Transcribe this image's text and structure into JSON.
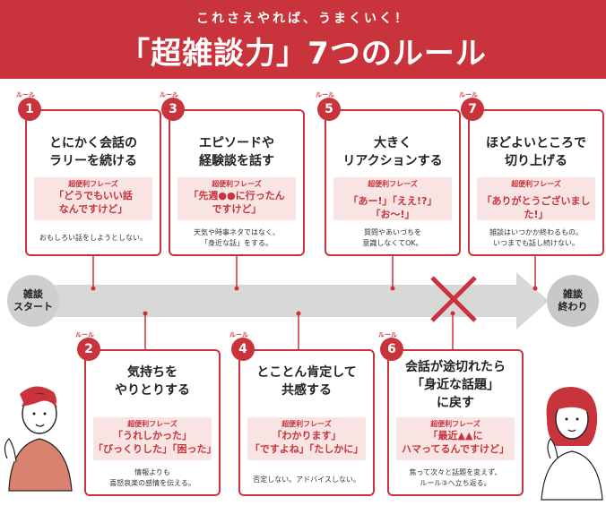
{
  "header": {
    "subtitle": "これさえやれば、うまくいく！",
    "title": "「超雑談力」7つのルール"
  },
  "timeline": {
    "start": "雑談\nスタート",
    "end": "雑談\n終わり"
  },
  "rule_label": "ルール",
  "phrase_label": "超便利フレーズ",
  "rules": [
    {
      "number": "1",
      "heading": "とにかく会話の\nラリーを続ける",
      "phrase": "「どうでもいい話\nなんですけど」",
      "description": "おもしろい話をしようとしない。"
    },
    {
      "number": "2",
      "heading": "気持ちを\nやりとりする",
      "phrase": "「うれしかった」\n「びっくりした」「困った」",
      "description": "情報よりも\n喜怒哀楽の感情を伝える。"
    },
    {
      "number": "3",
      "heading": "エピソードや\n経験談を話す",
      "phrase": "「先週●●に行ったん\nですけど」",
      "description": "天気や時事ネタではなく、\n「身近な話」をする。"
    },
    {
      "number": "4",
      "heading": "とことん肯定して\n共感する",
      "phrase": "「わかります」\n「ですよね」「たしかに」",
      "description": "否定しない。アドバイスしない。"
    },
    {
      "number": "5",
      "heading": "大きく\nリアクションする",
      "phrase": "「あー!」「ええ!?」「お〜!」",
      "description": "質問やあいづちを\n意識しなくてOK。"
    },
    {
      "number": "6",
      "heading": "会話が途切れたら\n「身近な話題」\nに戻す",
      "phrase": "「最近▲▲に\nハマってるんですけど」",
      "description": "焦って次々と話題を変えず、\nルール③へ立ち返る。"
    },
    {
      "number": "7",
      "heading": "ほどよいところで\n切り上げる",
      "phrase": "「ありがとうございました!」",
      "description": "雑談はいつかか終わるもの。\nいつまでも話し続けない。"
    }
  ],
  "colors": {
    "accent": "#c8333c",
    "phrase_bg": "#f9e4e4",
    "arrow": "#d8d8d8"
  }
}
